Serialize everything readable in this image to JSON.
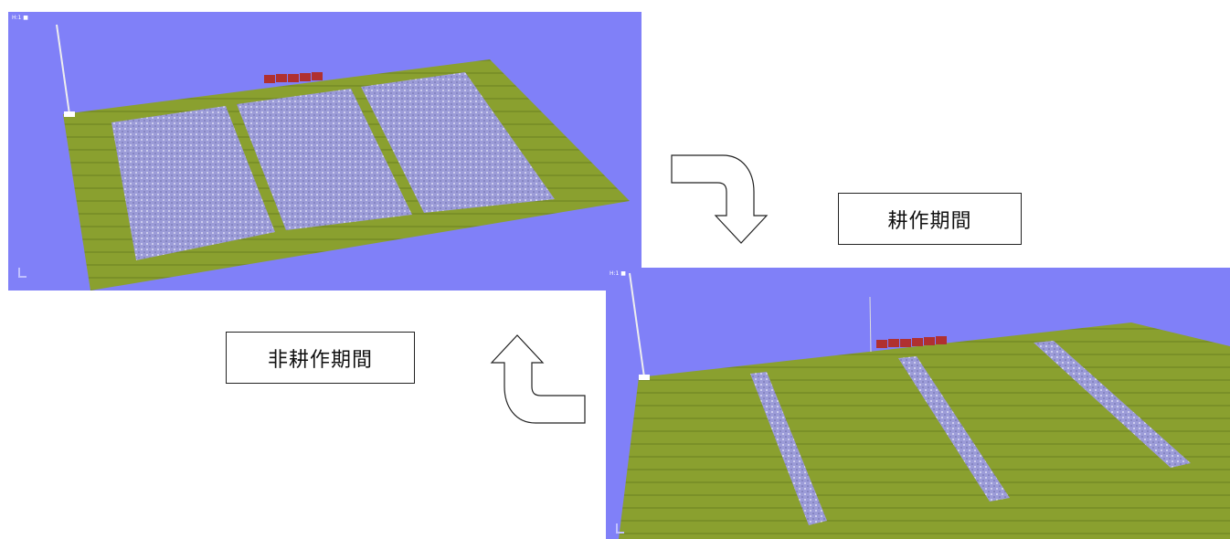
{
  "labels": {
    "cultivation_period": "耕作期間",
    "non_cultivation_period": "非耕作期間"
  },
  "panels": {
    "top_left": {
      "corner_text": "H:1 ■",
      "state": "cultivation-covered"
    },
    "bottom_right": {
      "corner_text": "H:1 ■",
      "state": "strips"
    }
  },
  "colors": {
    "sky": "#8080f8",
    "field": "#8aa02f",
    "field_stripe": "#7d9428",
    "cover": "#a6a6e6",
    "marker": "#b03030"
  },
  "icons": [
    "curved-arrow-down-icon",
    "curved-arrow-up-icon"
  ]
}
